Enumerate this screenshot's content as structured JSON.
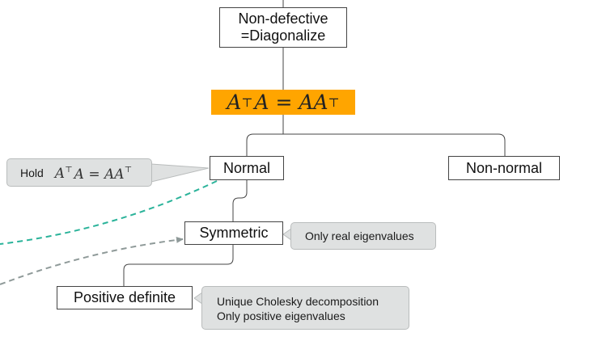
{
  "nodes": {
    "non_defective": {
      "line1": "Non-defective",
      "line2": "=Diagonalize"
    },
    "normal": "Normal",
    "non_normal": "Non-normal",
    "symmetric": "Symmetric",
    "positive_definite": "Positive definite"
  },
  "condition": {
    "a": "A",
    "t": "⊤",
    "mid": "A = AA"
  },
  "callouts": {
    "hold": {
      "label": "Hold",
      "a": "A",
      "t": "⊤",
      "mid": "A = AA"
    },
    "symmetric_note": "Only real eigenvalues",
    "pd_note_line1": "Unique Cholesky decomposition",
    "pd_note_line2": "Only positive eigenvalues"
  },
  "colors": {
    "condition_fill": "#ffa500",
    "callout_fill": "#dfe1e1",
    "teal_dashed": "#2bb39a",
    "gray_dashed": "#8f9a99"
  }
}
